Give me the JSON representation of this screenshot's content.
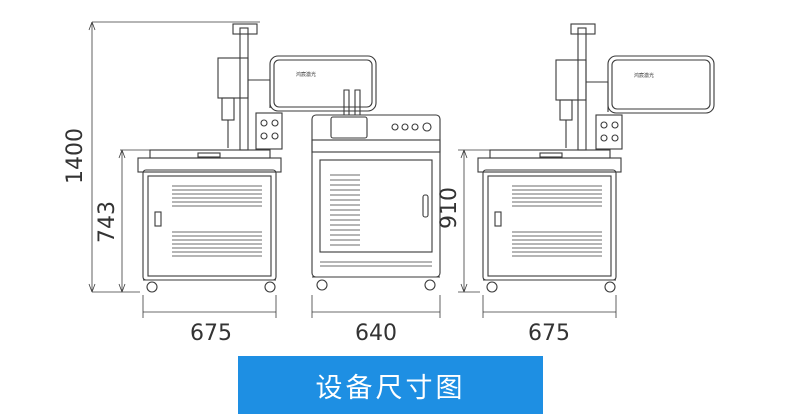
{
  "dimensions": {
    "left_width": "675",
    "center_width": "640",
    "right_width": "675",
    "left_total_height": "1400",
    "left_table_height": "743",
    "right_table_height": "910"
  },
  "monitor_label": "鸿宸激光",
  "caption": "设备尺寸图",
  "colors": {
    "line": "#3a3a3a",
    "banner": "#1e8fe3",
    "banner_text": "#ffffff"
  }
}
